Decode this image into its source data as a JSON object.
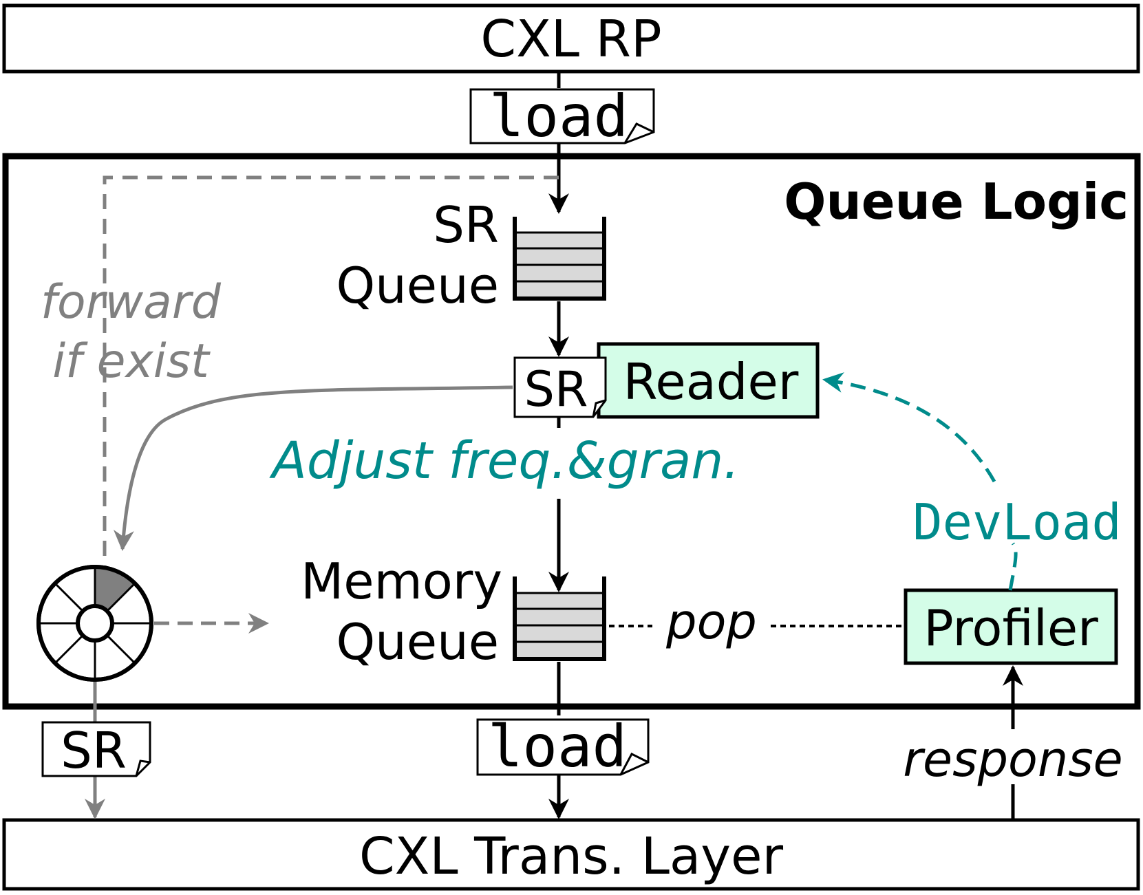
{
  "top_bar": {
    "label": "CXL RP"
  },
  "bottom_bar": {
    "label": "CXL Trans. Layer"
  },
  "queue_logic": {
    "title": "Queue Logic"
  },
  "sr_queue": {
    "line1": "SR",
    "line2": "Queue"
  },
  "memory_queue": {
    "line1": "Memory",
    "line2": "Queue"
  },
  "packets": {
    "load_top": "load",
    "load_bottom": "load",
    "sr_reader": "SR",
    "sr_bottom": "SR"
  },
  "reader": {
    "label": "Reader"
  },
  "profiler": {
    "label": "Profiler"
  },
  "annotations": {
    "forward_line1": "forward",
    "forward_line2": "if exist",
    "adjust": "Adjust freq.&gran.",
    "devload": "DevLoad",
    "pop": "pop",
    "response": "response"
  },
  "colors": {
    "teal": "#008b8b",
    "gray": "#808080",
    "box_fill": "#d4fde8",
    "queue_fill": "#d9d9d9",
    "black": "#000000"
  }
}
